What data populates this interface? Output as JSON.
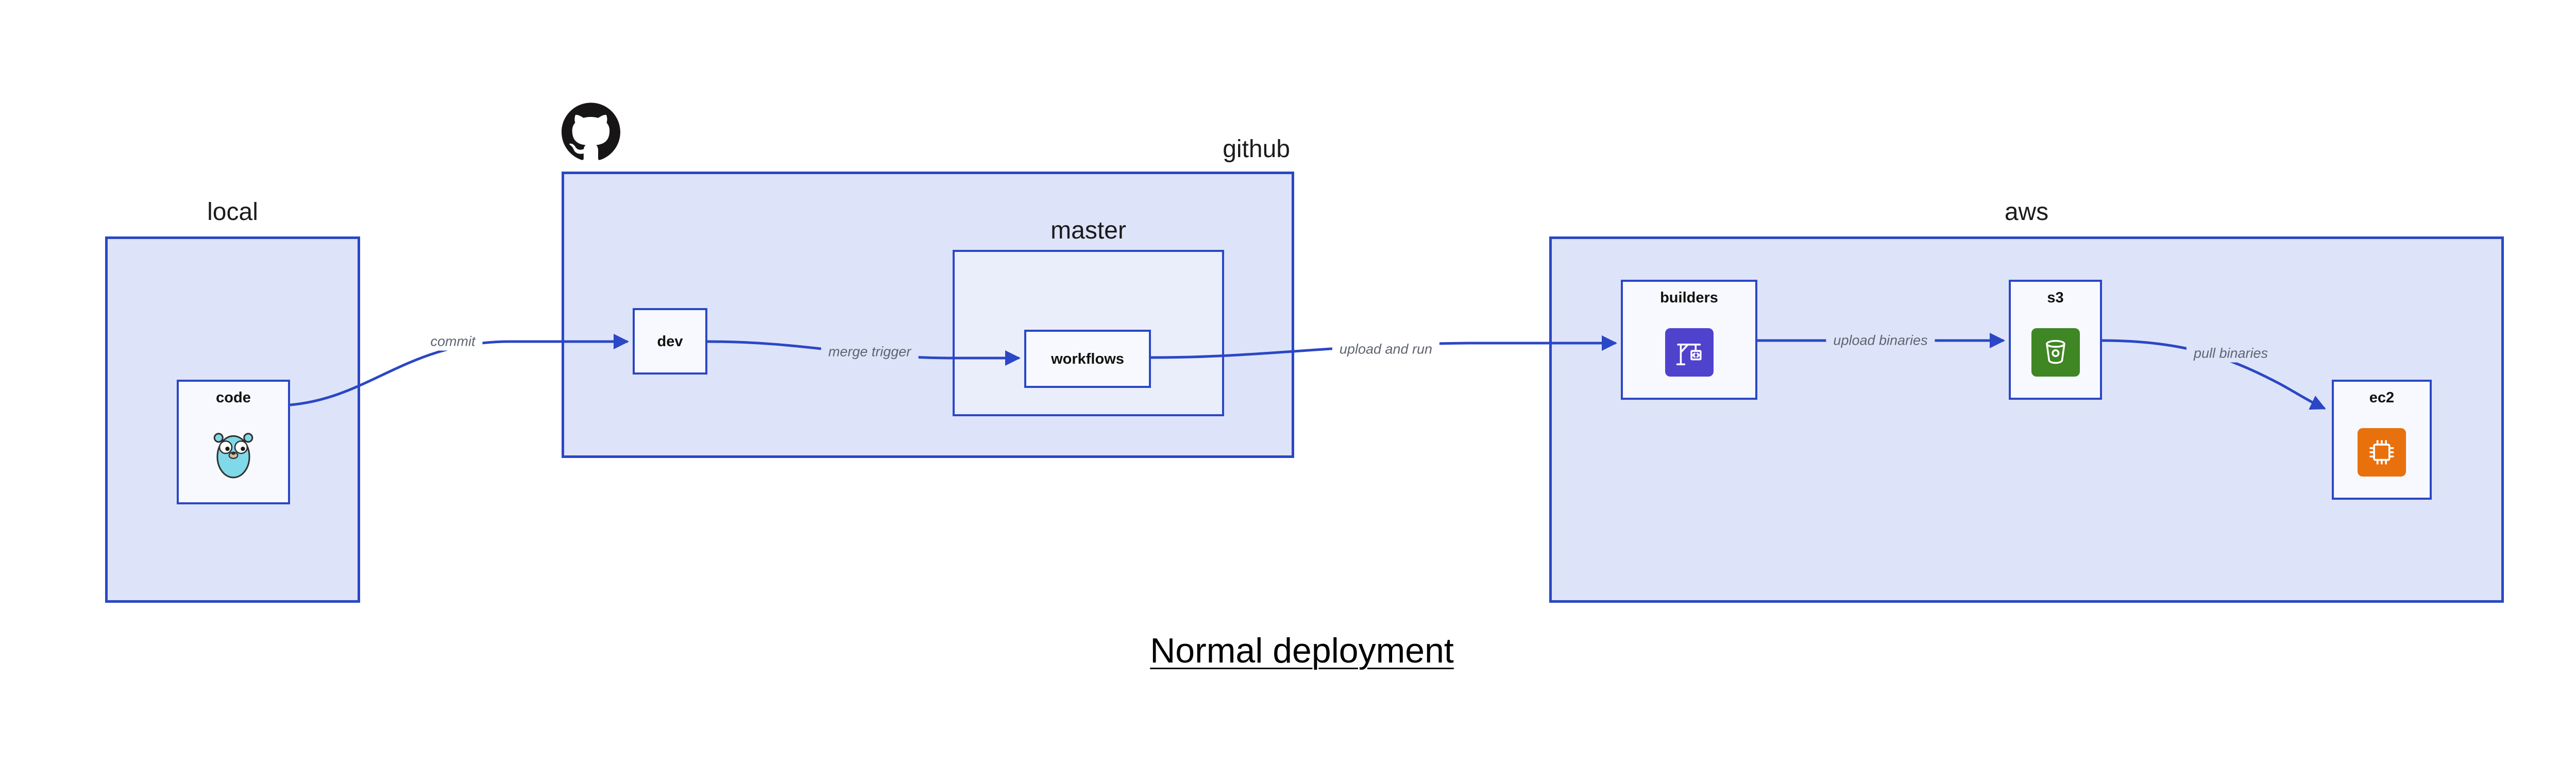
{
  "diagram": {
    "title": "Normal deployment",
    "containers": {
      "local": {
        "label": "local"
      },
      "github": {
        "label": "github"
      },
      "master": {
        "label": "master"
      },
      "aws": {
        "label": "aws"
      }
    },
    "nodes": {
      "code": {
        "label": "code",
        "icon": "go-gopher-icon"
      },
      "dev": {
        "label": "dev"
      },
      "workflows": {
        "label": "workflows"
      },
      "builders": {
        "label": "builders",
        "icon": "codebuild-crane-icon"
      },
      "s3": {
        "label": "s3",
        "icon": "s3-bucket-icon"
      },
      "ec2": {
        "label": "ec2",
        "icon": "ec2-chip-icon"
      }
    },
    "edges": [
      {
        "from": "code",
        "to": "dev",
        "label": "commit"
      },
      {
        "from": "dev",
        "to": "workflows",
        "label": "merge trigger"
      },
      {
        "from": "workflows",
        "to": "builders",
        "label": "upload and run"
      },
      {
        "from": "builders",
        "to": "s3",
        "label": "upload binaries"
      },
      {
        "from": "s3",
        "to": "ec2",
        "label": "pull binaries"
      }
    ],
    "colors": {
      "border": "#2b47c5",
      "container-fill": "#dde4f9",
      "master-fill": "#eaeefb",
      "node-fill": "#f7f9fe",
      "arrow": "#2b47c5",
      "edge-label": "#5f6470",
      "codebuild": "#4f43cd",
      "s3": "#3f8624",
      "ec2": "#e8710d",
      "gopher": "#7fd9e8",
      "github-logo": "#171515"
    }
  }
}
